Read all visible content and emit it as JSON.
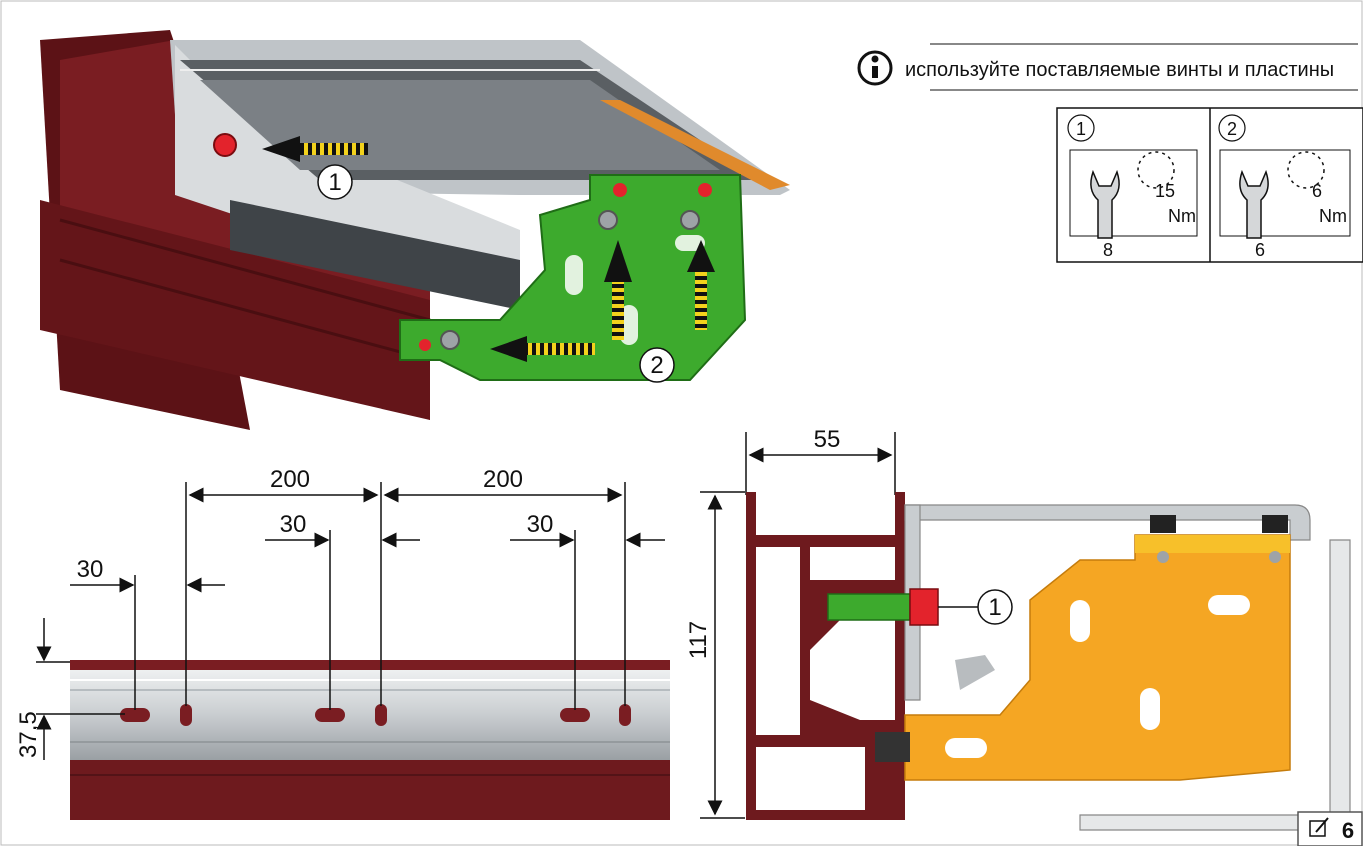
{
  "note": {
    "text": "используйте поставляемые винты и пластины"
  },
  "torque": [
    {
      "number": "1",
      "value": "15",
      "unit": "Nm",
      "wrench": "8"
    },
    {
      "number": "2",
      "value": "6",
      "unit": "Nm",
      "wrench": "6"
    }
  ],
  "callouts": {
    "one": "1",
    "two": "2",
    "side_one": "1"
  },
  "rail_dimensions": {
    "spacing_left": "200",
    "spacing_right": "200",
    "offset_left": "30",
    "offset_mid": "30",
    "offset_right": "30",
    "height": "37,5"
  },
  "section_dimensions": {
    "width": "55",
    "height": "117"
  },
  "page_badge": {
    "number": "6"
  },
  "colors": {
    "frame_maroon": "#6e1a1e",
    "rail_grey": "#c9cdd0",
    "bracket_green": "#3daa2d",
    "bracket_orange": "#f5a623",
    "bolt_red": "#e3232c",
    "arrow_yellow": "#f3d21c"
  }
}
